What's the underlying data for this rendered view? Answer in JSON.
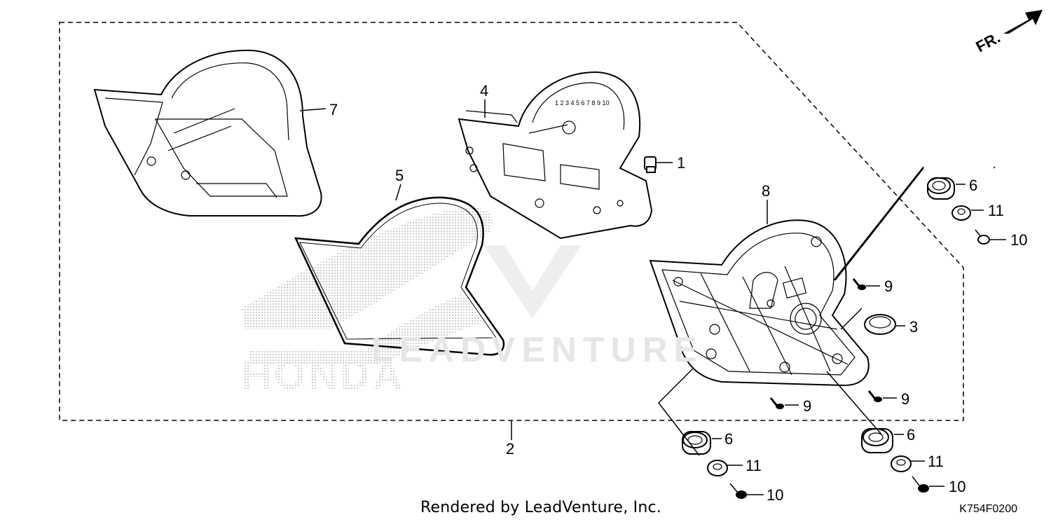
{
  "direction_arrow": {
    "label": "FR."
  },
  "watermark": {
    "text": "LEADVENTURE"
  },
  "brand_text": "HONDA",
  "callouts": [
    {
      "id": "callout-1",
      "text": "1"
    },
    {
      "id": "callout-2",
      "text": "2"
    },
    {
      "id": "callout-3",
      "text": "3"
    },
    {
      "id": "callout-4",
      "text": "4"
    },
    {
      "id": "callout-5",
      "text": "5"
    },
    {
      "id": "callout-6a",
      "text": "6"
    },
    {
      "id": "callout-6b",
      "text": "6"
    },
    {
      "id": "callout-6c",
      "text": "6"
    },
    {
      "id": "callout-7",
      "text": "7"
    },
    {
      "id": "callout-8",
      "text": "8"
    },
    {
      "id": "callout-9a",
      "text": "9"
    },
    {
      "id": "callout-9b",
      "text": "9"
    },
    {
      "id": "callout-9c",
      "text": "9"
    },
    {
      "id": "callout-10a",
      "text": "10"
    },
    {
      "id": "callout-10b",
      "text": "10"
    },
    {
      "id": "callout-10c",
      "text": "10"
    },
    {
      "id": "callout-11a",
      "text": "11"
    },
    {
      "id": "callout-11b",
      "text": "11"
    },
    {
      "id": "callout-11c",
      "text": "11"
    }
  ],
  "footer": {
    "credit": "Rendered by LeadVenture, Inc.",
    "diagram_code": "K754F0200"
  },
  "colors": {
    "line": "#000000",
    "background": "#ffffff",
    "watermark": "#e6e6e6",
    "honda_dots": "#bdbdbd"
  }
}
